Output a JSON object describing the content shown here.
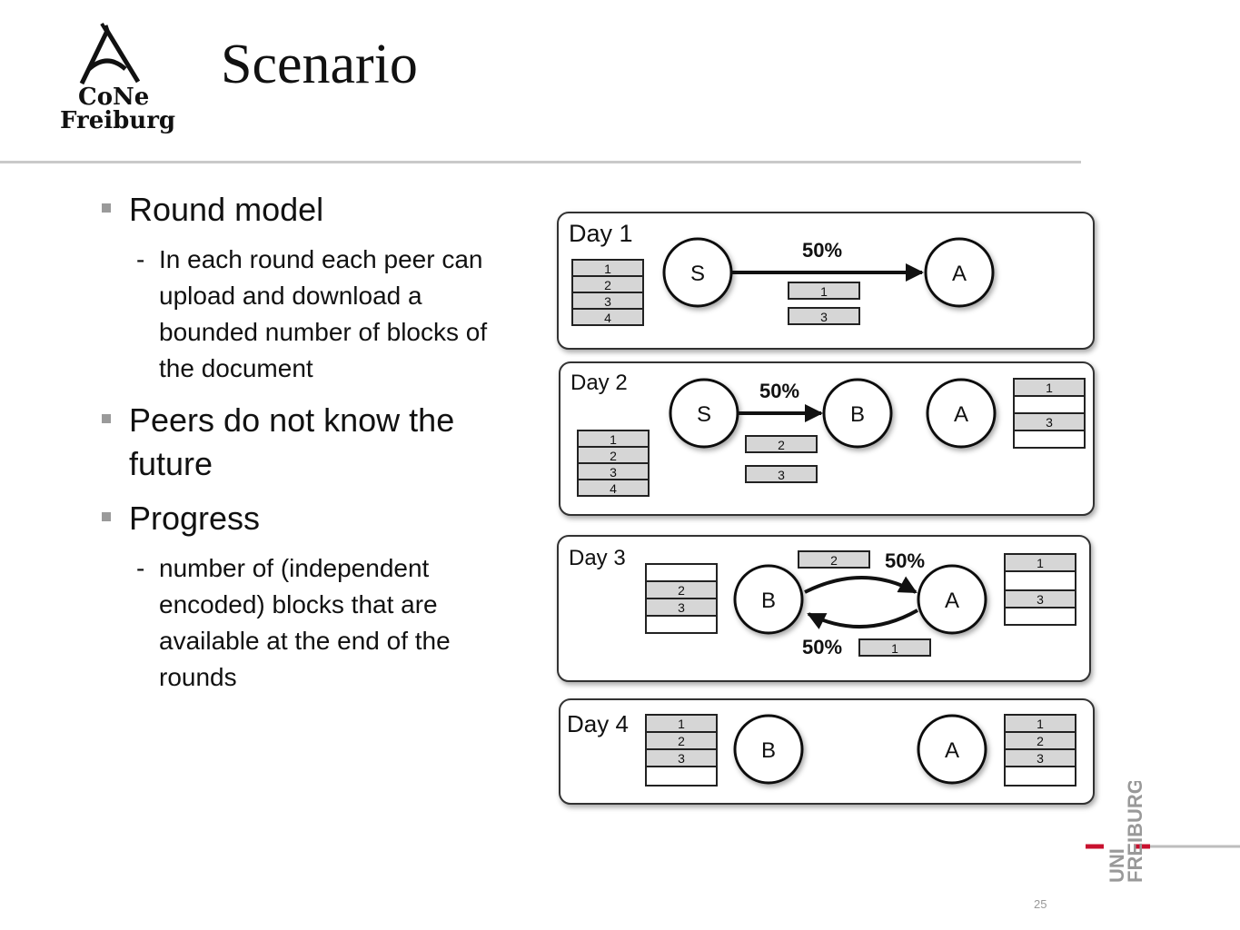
{
  "logo": {
    "line1": "CoNe",
    "line2": "Freiburg"
  },
  "slide_title": "Scenario",
  "bullets": [
    {
      "text": "Round model",
      "sub": [
        "In each round each peer can upload and download a bounded number of blocks of  the document"
      ]
    },
    {
      "text": "Peers do not know the future",
      "sub": []
    },
    {
      "text": "Progress",
      "sub": [
        "number of (independent encoded) blocks that are available at the end of the rounds"
      ]
    }
  ],
  "diagram": {
    "days": [
      {
        "label": "Day 1",
        "nodes": [
          "S",
          "A"
        ],
        "rate": "50%",
        "left_stack": [
          "1",
          "2",
          "3",
          "4"
        ],
        "transfer_blocks": [
          "1",
          "3"
        ]
      },
      {
        "label": "Day 2",
        "nodes": [
          "S",
          "B",
          "A"
        ],
        "rate": "50%",
        "left_stack": [
          "1",
          "2",
          "3",
          "4"
        ],
        "transfer_blocks": [
          "2",
          "3"
        ],
        "right_stack": [
          "1",
          "",
          "3",
          ""
        ]
      },
      {
        "label": "Day 3",
        "nodes": [
          "B",
          "A"
        ],
        "rates": [
          "50%",
          "50%"
        ],
        "transfer_blocks": [
          "2",
          "1"
        ],
        "left_stack": [
          "",
          "2",
          "3",
          ""
        ],
        "right_stack": [
          "1",
          "",
          "3",
          ""
        ]
      },
      {
        "label": "Day 4",
        "nodes": [
          "B",
          "A"
        ],
        "left_stack": [
          "1",
          "2",
          "3",
          ""
        ],
        "right_stack": [
          "1",
          "2",
          "3",
          ""
        ]
      }
    ]
  },
  "page_number": "25",
  "uni_logo": {
    "line1": "UNI",
    "line2": "FREIBURG"
  },
  "colors": {
    "accent_red": "#c8102e",
    "rule_gray": "#c9c9c9",
    "block_fill": "#d6d6d6"
  }
}
